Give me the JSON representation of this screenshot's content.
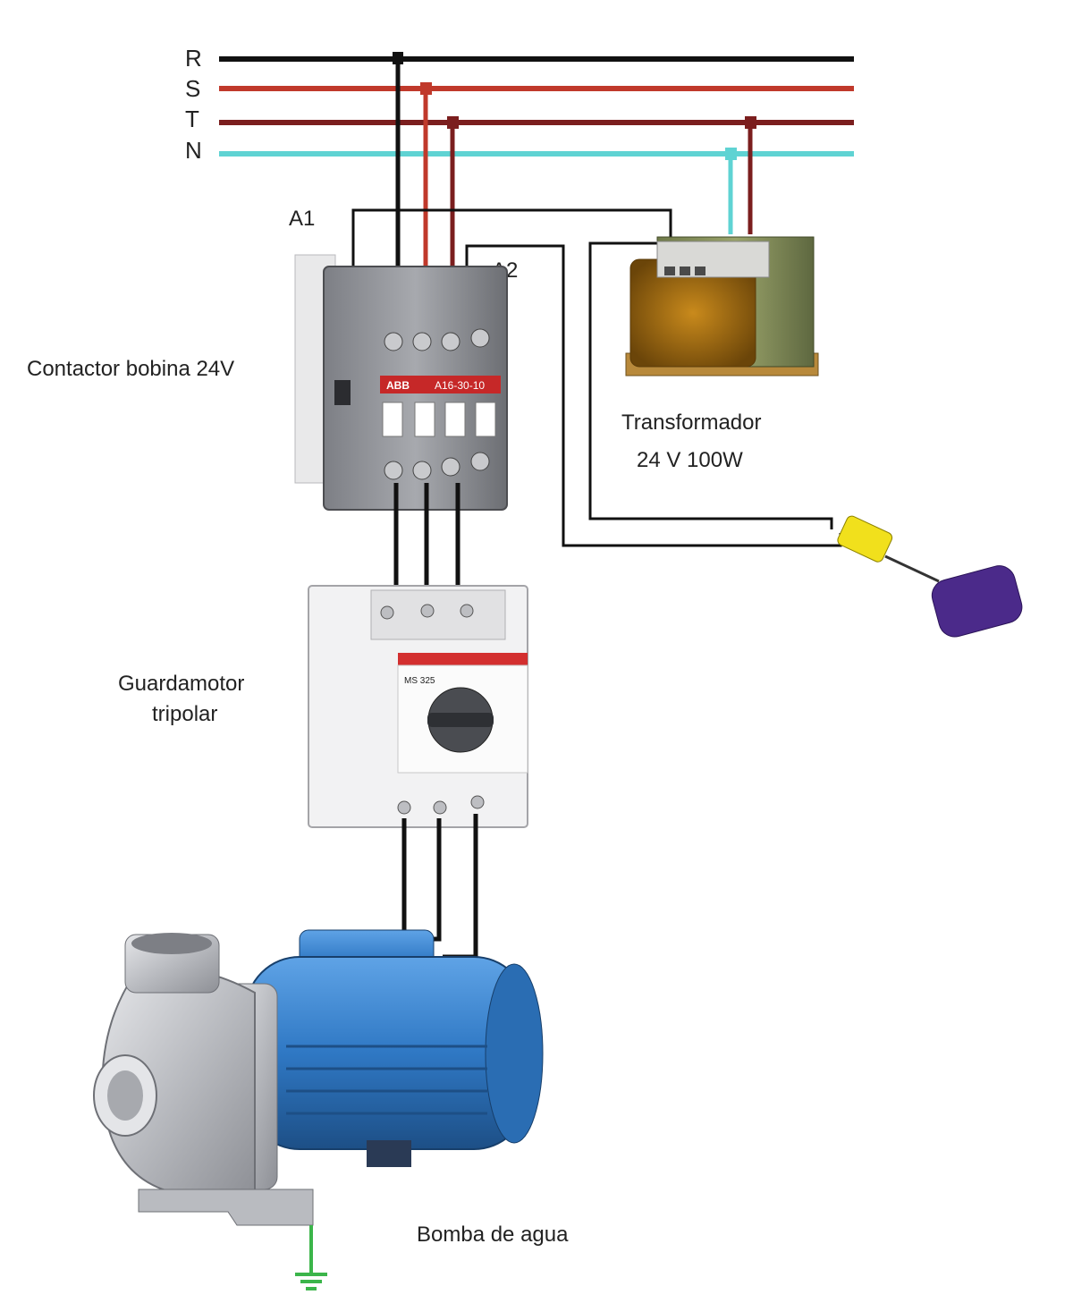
{
  "lines": {
    "R": "R",
    "S": "S",
    "T": "T",
    "N": "N"
  },
  "terminals": {
    "a1": "A1",
    "a2": "A2"
  },
  "labels": {
    "contactor": "Contactor bobina 24V",
    "transformer_line1": "Transformador",
    "transformer_line2": "24 V 100W",
    "motor_protector_line1": "Guardamotor",
    "motor_protector_line2": "tripolar",
    "pump": "Bomba de agua"
  },
  "colors": {
    "phase_R": "#111111",
    "phase_S": "#c0392b",
    "phase_T": "#7b1e1e",
    "neutral": "#5fd3d3",
    "control": "#111111",
    "pump_blue": "#2f78c4",
    "float_switch": "#4b2a8a",
    "ground": "#3bb54a"
  },
  "component_text": {
    "contactor_model": "A16-30-10",
    "brand": "ABB",
    "motor_protector_model": "MS 325"
  }
}
